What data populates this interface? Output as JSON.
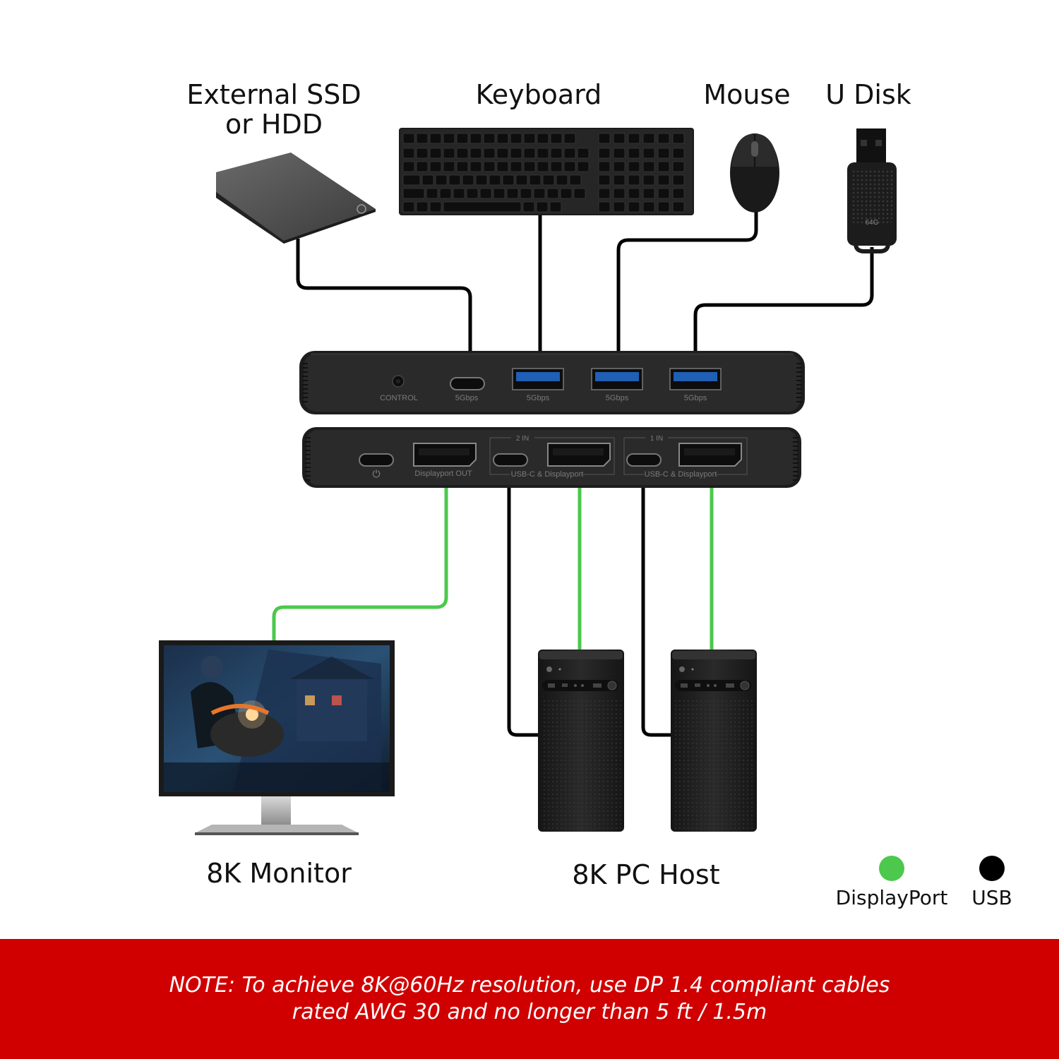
{
  "devices_top": {
    "ssd_line1": "External SSD",
    "ssd_line2": "or HDD",
    "keyboard": "Keyboard",
    "mouse": "Mouse",
    "udisk": "U Disk",
    "udisk_capacity": "64G"
  },
  "switch_rear": {
    "control": "CONTROL",
    "usbc_speed": "5Gbps",
    "usb1_speed": "5Gbps",
    "usb2_speed": "5Gbps",
    "usb3_speed": "5Gbps"
  },
  "switch_front": {
    "dp_out": "Displayport OUT",
    "in2_title": "2 IN",
    "in2_label": "USB-C & Displayport",
    "in1_title": "1 IN",
    "in1_label": "USB-C & Displayport"
  },
  "devices_bottom": {
    "monitor": "8K Monitor",
    "pc_host": "8K PC Host"
  },
  "legend": {
    "displayport": "DisplayPort",
    "usb": "USB"
  },
  "colors": {
    "displayport": "#4cc84c",
    "usb": "#000000",
    "note_band": "#d00000"
  },
  "note": {
    "line1": "NOTE: To achieve 8K@60Hz resolution, use DP 1.4 compliant cables",
    "line2": "rated AWG 30 and no longer than 5 ft / 1.5m"
  }
}
